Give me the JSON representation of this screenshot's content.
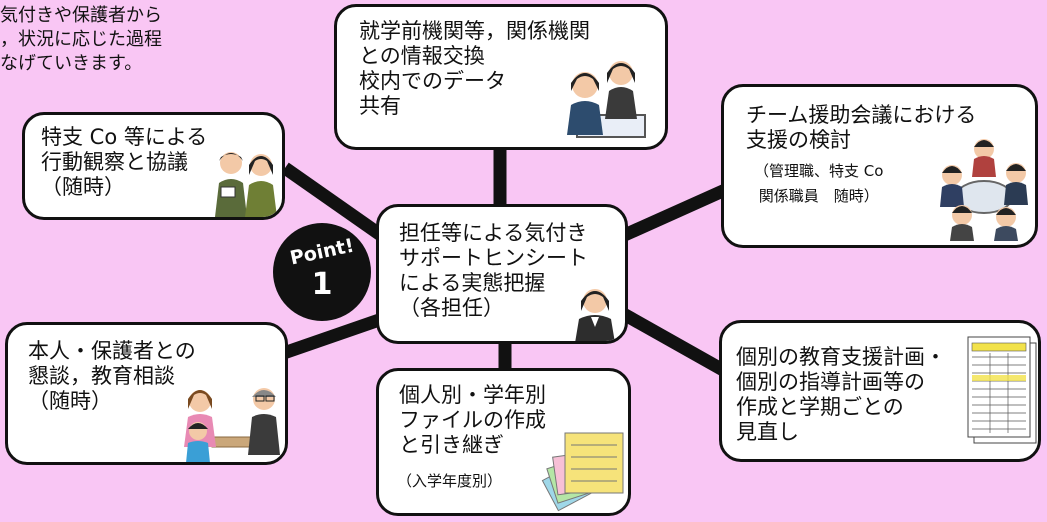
{
  "intro_text": "気付きや保護者から\n，状況に応じた過程\nなげていきます。",
  "point_badge": {
    "word": "Point!",
    "number": "1"
  },
  "center": {
    "title": "担任等による気付き\nサポートヒンシート\nによる実態把握\n（各担任）"
  },
  "nodes": {
    "preschool": {
      "title": "就学前機関等，関係機関\nとの情報交換\n校内でのデータ\n共有"
    },
    "tokushi_observation": {
      "title": "特支 Co 等による\n行動観察と協議\n（随時）"
    },
    "team_meeting": {
      "title": "チーム援助会議における\n支援の検討",
      "sub": "（管理職、特支 Co\n関係職員　随時）"
    },
    "consultation": {
      "title": "本人・保護者との\n懇談，教育相談\n（随時）"
    },
    "individual_plan": {
      "title": "個別の教育支援計画・\n個別の指導計画等の\n作成と学期ごとの\n見直し"
    },
    "file": {
      "title": "個人別・学年別\nファイルの作成\nと引き継ぎ",
      "sub": "（入学年度別）"
    }
  },
  "colors": {
    "background": "#f9c6f4",
    "border": "#111111",
    "box_fill": "#ffffff",
    "connector": "#111111"
  }
}
